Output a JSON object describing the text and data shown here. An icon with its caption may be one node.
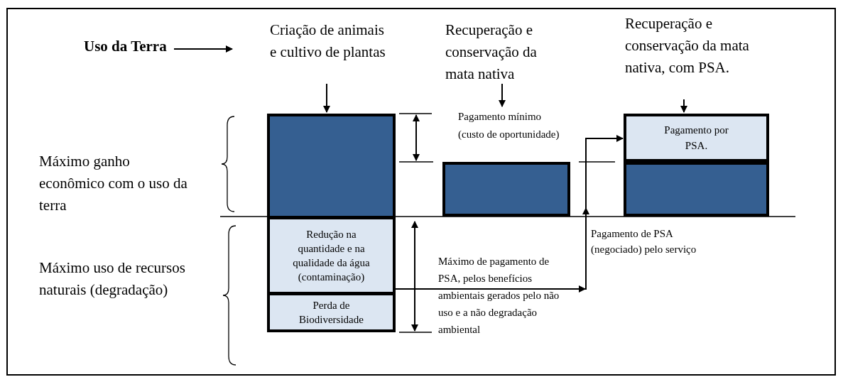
{
  "diagram": {
    "nodes": [
      {
        "text": [
          "Uso da Terra"
        ]
      },
      {
        "text": [
          "Criação de animais e cultivo de plantas"
        ]
      },
      {
        "text": [
          "Recuperação e conservação da mata nativa"
        ]
      },
      {
        "text": [
          "Recuperação e conservação da mata nativa, com PSA."
        ]
      },
      {
        "text": [],
        "shape": "box"
      },
      {
        "text": [
          "Pagamento mínimo (custo de oportunidade)"
        ]
      },
      {
        "text": [
          "Pagamento por PSA."
        ]
      },
      {
        "text": [],
        "shape": "box"
      },
      {
        "text": [],
        "shape": "box"
      },
      {
        "text": [
          "Redução na quantidade e na qualidade da água (contaminação)"
        ]
      },
      {
        "text": [
          "Perda de Biodiversidade"
        ]
      }
    ],
    "edges": [
      {
        "from": 0,
        "to": null,
        "arrow": "to"
      },
      {
        "from": 1,
        "to": 4,
        "arrow": "to"
      },
      {
        "from": 2,
        "to": 5,
        "arrow": "to"
      },
      {
        "from": 3,
        "to": 6,
        "arrow": "to"
      },
      {
        "from": 9,
        "to": 6,
        "arrow": "to"
      }
    ],
    "labels": [
      "Máximo ganho econômico com o uso da terra",
      "Pagamento de PSA (negociado) pelo serviço",
      "Máximo uso de recursos naturais (degradação)",
      "Máximo de pagamento de PSA, pelos benefícios ambientais gerados pelo não uso e a não degradação ambiental"
    ]
  }
}
